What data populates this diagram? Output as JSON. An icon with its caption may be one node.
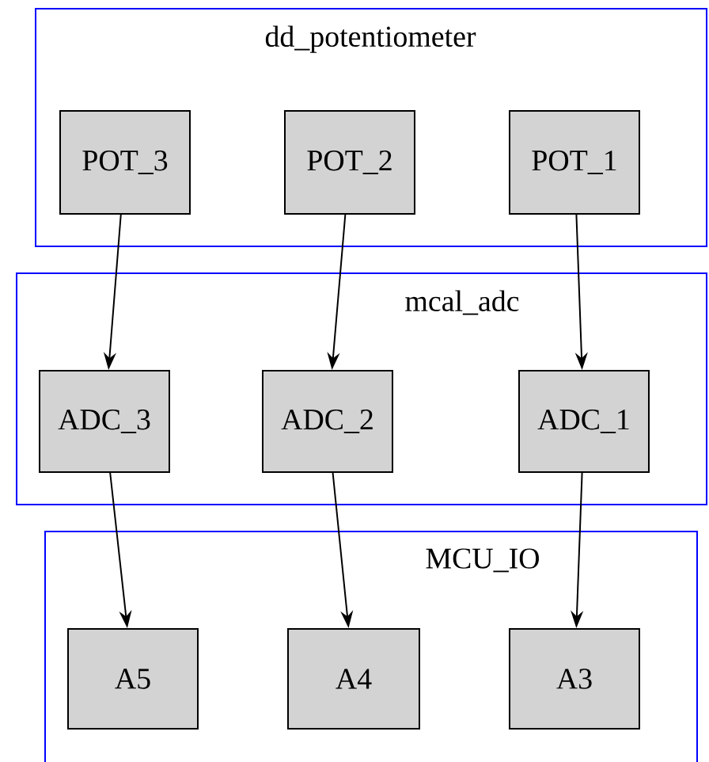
{
  "diagram": {
    "nodes": [
      {
        "text": [
          "dd_potentiometer"
        ]
      },
      {
        "text": [
          "POT_3"
        ],
        "in": 0
      },
      {
        "text": [
          "POT_2"
        ],
        "in": 0
      },
      {
        "text": [
          "POT_1"
        ],
        "in": 0
      },
      {
        "text": [
          "mcal_adc"
        ]
      },
      {
        "text": [
          "ADC_3"
        ],
        "in": 4
      },
      {
        "text": [
          "ADC_2"
        ],
        "in": 4
      },
      {
        "text": [
          "ADC_1"
        ],
        "in": 4
      },
      {
        "text": [
          "MCU_IO"
        ]
      },
      {
        "text": [
          "A5"
        ],
        "in": 8
      },
      {
        "text": [
          "A4"
        ],
        "in": 8
      },
      {
        "text": [
          "A3"
        ],
        "in": 8
      }
    ],
    "edges": [
      {
        "from": 1,
        "to": 5,
        "arrow": "to"
      },
      {
        "from": 2,
        "to": 6,
        "arrow": "to"
      },
      {
        "from": 3,
        "to": 7,
        "arrow": "to"
      },
      {
        "from": 5,
        "to": 9,
        "arrow": "to"
      },
      {
        "from": 6,
        "to": 10,
        "arrow": "to"
      },
      {
        "from": 7,
        "to": 11,
        "arrow": "to"
      }
    ]
  }
}
